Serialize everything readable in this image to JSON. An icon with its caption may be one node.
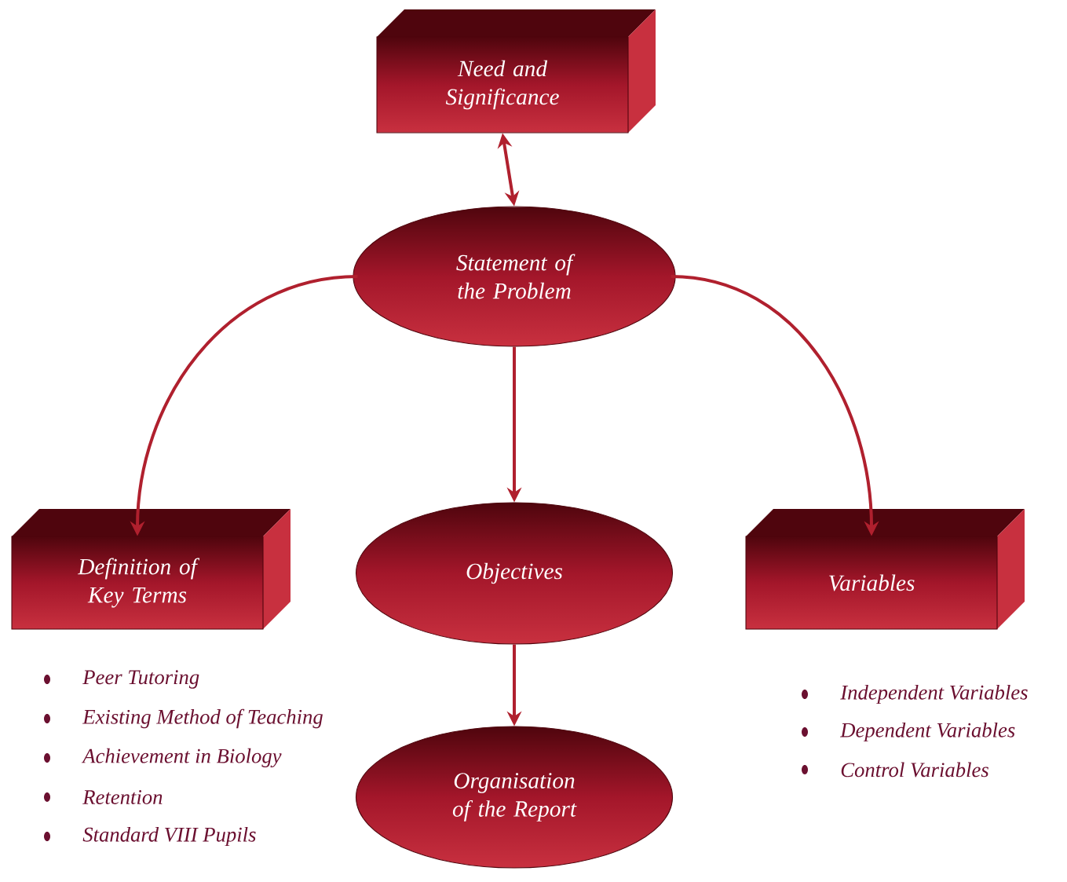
{
  "diagram": {
    "nodes": [
      {
        "text": [
          "Need and Significance"
        ]
      },
      {
        "text": [
          "Statement of the Problem"
        ]
      },
      {
        "text": [
          "Definition of Key Terms"
        ],
        "beside": [
          "Peer Tutoring",
          "Existing Method of Teaching",
          "Achievement in Biology",
          "Retention",
          "Standard VIII Pupils"
        ]
      },
      {
        "text": [
          "Objectives"
        ]
      },
      {
        "text": [
          "Variables"
        ],
        "beside": [
          "Independent Variables",
          "Dependent Variables",
          "Control Variables"
        ]
      },
      {
        "text": [
          "Organisation of the Report"
        ]
      }
    ],
    "edges": [
      {
        "from": 0,
        "to": 1,
        "arrow": "both"
      },
      {
        "from": 1,
        "to": 2,
        "arrow": "to"
      },
      {
        "from": 1,
        "to": 3,
        "arrow": "to"
      },
      {
        "from": 1,
        "to": 4,
        "arrow": "to"
      },
      {
        "from": 3,
        "to": 5,
        "arrow": "to"
      }
    ]
  }
}
